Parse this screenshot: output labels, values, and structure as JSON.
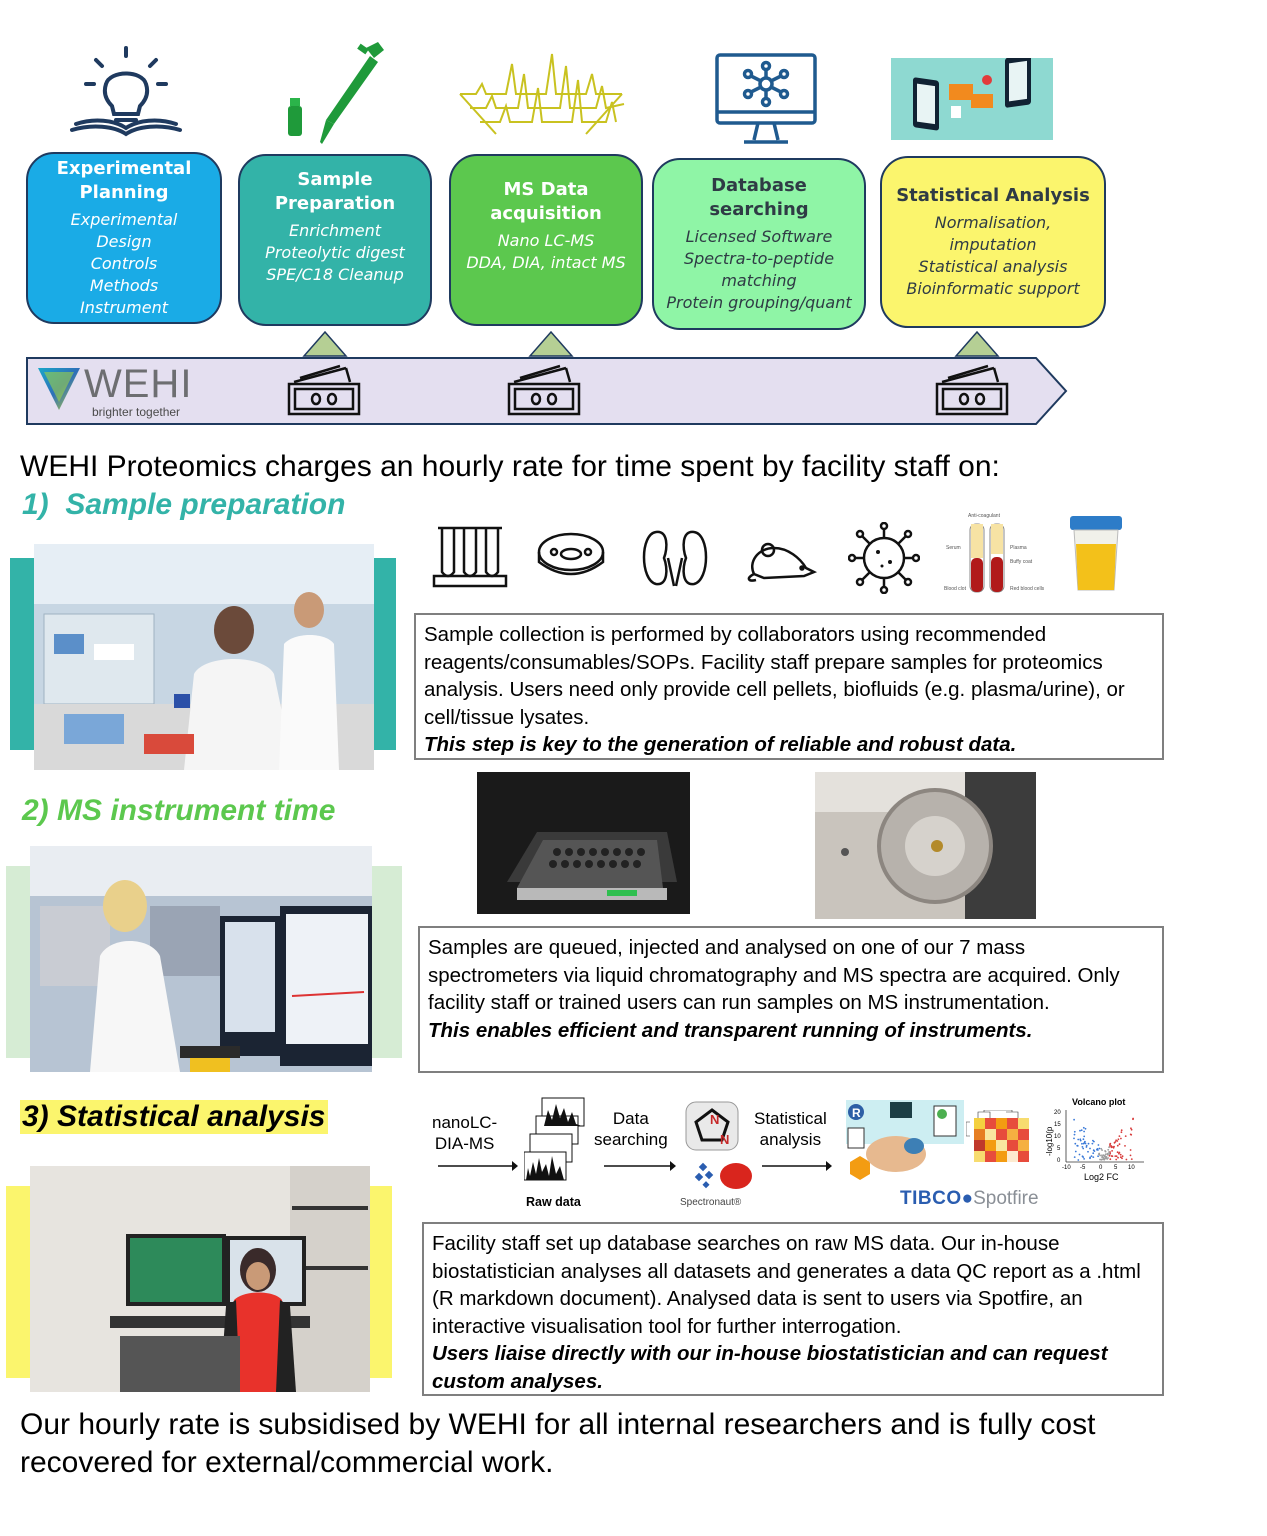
{
  "workflow": {
    "stages": [
      {
        "title": "Experimental\nPlanning",
        "items": [
          "Experimental",
          "Design",
          "Controls",
          "Methods",
          "Instrument"
        ],
        "color": "#1aabe6"
      },
      {
        "title": "Sample\nPreparation",
        "items": [
          "Enrichment",
          "Proteolytic digest",
          "SPE/C18 Cleanup"
        ],
        "color": "#33b3a8"
      },
      {
        "title": "MS Data\nacquisition",
        "items": [
          "Nano LC-MS",
          "DDA, DIA, intact MS"
        ],
        "color": "#5cc84e"
      },
      {
        "title": "Database\nsearching",
        "items": [
          "Licensed Software",
          "Spectra-to-peptide",
          "matching",
          "Protein grouping/quant"
        ],
        "color": "#8ff5a6"
      },
      {
        "title": "Statistical Analysis",
        "items": [
          "Normalisation,",
          "imputation",
          "Statistical analysis",
          "Bioinformatic support"
        ],
        "color": "#fbf56d"
      }
    ],
    "logo": {
      "name": "WEHI",
      "tagline": "brighter together"
    }
  },
  "intro": "WEHI Proteomics charges an hourly rate for time spent by facility staff on:",
  "sections": {
    "s1": {
      "title": "1)  Sample preparation",
      "title_color": "#33b3a8",
      "body": "Sample collection is performed by collaborators using recommended reagents/consumables/SOPs. Facility staff prepare samples for proteomics analysis. Users need only provide cell pellets, biofluids (e.g. plasma/urine), or cell/tissue lysates.",
      "emphasis": "This step is key to the generation of reliable and robust data."
    },
    "s2": {
      "title": "2) MS instrument time",
      "title_color": "#5cc84e",
      "body": "Samples are queued, injected and analysed on one of our 7 mass spectrometers via liquid chromatography and MS spectra are acquired. Only facility staff or trained users can run samples on MS instrumentation.",
      "emphasis": "This enables efficient and transparent running of instruments."
    },
    "s3": {
      "title": "3) Statistical analysis",
      "title_highlight": "#fbf56d",
      "pipeline": {
        "step1": "nanoLC-\nDIA-MS",
        "raw": "Raw data",
        "step2": "Data\nsearching",
        "spectronaut": "Spectronaut®",
        "step3": "Statistical\nanalysis",
        "volcano_title": "Volcano plot",
        "volcano_y": "-log10(p",
        "volcano_x": "Log2 FC",
        "volcano_yticks": [
          "20",
          "15",
          "10",
          "5",
          "0"
        ],
        "volcano_xticks": [
          "-10",
          "-5",
          "0",
          "5",
          "10"
        ],
        "tibco": "TIBCO",
        "spotfire": "Spotfire"
      },
      "body": "Facility staff set up database searches on raw MS data. Our in-house biostatistician analyses all datasets and generates a data QC report as a .html (R markdown document). Analysed data is sent to users via Spotfire, an interactive visualisation tool for further interrogation.",
      "emphasis": "Users liaise directly with our in-house biostatistician and can request custom analyses."
    }
  },
  "blood_labels": {
    "anti": "Anti-coagulant",
    "serum": "Serum",
    "plasma": "Plasma",
    "buffy": "Buffy coat",
    "clot": "Blood clot",
    "rbc": "Red blood cells"
  },
  "footer": "Our hourly rate is subsidised by WEHI for all internal researchers and is fully cost recovered for external/commercial work."
}
